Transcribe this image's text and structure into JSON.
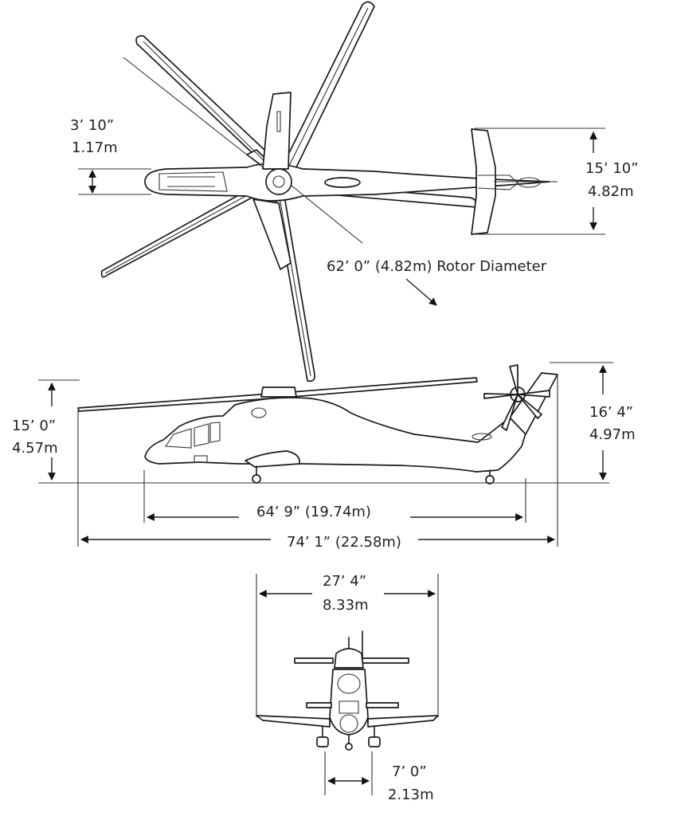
{
  "dimensions": {
    "fuselage_width_ft": "3’ 10”",
    "fuselage_width_m": "1.17m",
    "tail_span_ft": "15’ 10”",
    "tail_span_m": "4.82m",
    "rotor_diameter": "62’ 0” (4.82m) Rotor Diameter",
    "rotor_height_ft": "15’ 0”",
    "rotor_height_m": "4.57m",
    "tail_height_ft": "16’ 4”",
    "tail_height_m": "4.97m",
    "fuselage_length": "64’ 9” (19.74m)",
    "overall_length": "74’ 1” (22.58m)",
    "wing_span_ft": "27’ 4”",
    "wing_span_m": "8.33m",
    "gear_track_ft": "7’ 0”",
    "gear_track_m": "2.13m"
  }
}
